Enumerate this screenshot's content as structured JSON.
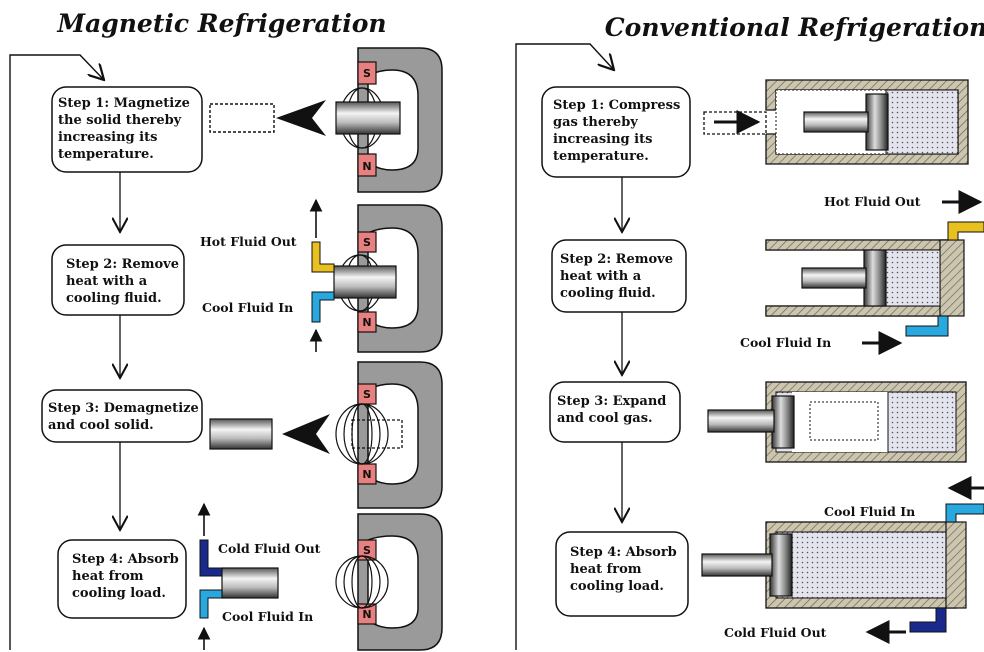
{
  "left_panel": {
    "title": "Magnetic Refrigeration",
    "steps": [
      {
        "lines": [
          "Step 1: Magnetize",
          "the solid thereby",
          "increasing its",
          "temperature."
        ]
      },
      {
        "lines": [
          "Step 2: Remove",
          "heat with a",
          "cooling fluid."
        ]
      },
      {
        "lines": [
          "Step 3: Demagnetize",
          "and cool solid."
        ]
      },
      {
        "lines": [
          "Step 4: Absorb",
          "heat from",
          "cooling load."
        ]
      }
    ],
    "labels": {
      "hot_fluid_out": "Hot Fluid Out",
      "cool_fluid_in_2": "Cool Fluid In",
      "cold_fluid_out": "Cold Fluid Out",
      "cool_fluid_in_4": "Cool Fluid In"
    },
    "magnet_south": "S",
    "magnet_north": "N"
  },
  "right_panel": {
    "title": "Conventional Refrigeration",
    "steps": [
      {
        "lines": [
          "Step 1: Compress",
          "gas thereby",
          "increasing its",
          "temperature."
        ]
      },
      {
        "lines": [
          "Step 2: Remove",
          "heat with a",
          "cooling fluid."
        ]
      },
      {
        "lines": [
          "Step 3: Expand",
          "and cool gas."
        ]
      },
      {
        "lines": [
          "Step 4: Absorb",
          "heat from",
          "cooling load."
        ]
      }
    ],
    "labels": {
      "hot_fluid_out": "Hot Fluid Out",
      "cool_fluid_in_2": "Cool Fluid In",
      "cool_fluid_in_4": "Cool Fluid In",
      "cold_fluid_out": "Cold Fluid Out"
    }
  },
  "colors": {
    "magnet_body": "#9a9a9a",
    "magnet_pole": "#e88080",
    "hot_pipe": "#e8c020",
    "cool_pipe": "#29a8e0",
    "cold_pipe": "#1a2a8c",
    "gas_fill": "#d8d8e8"
  }
}
